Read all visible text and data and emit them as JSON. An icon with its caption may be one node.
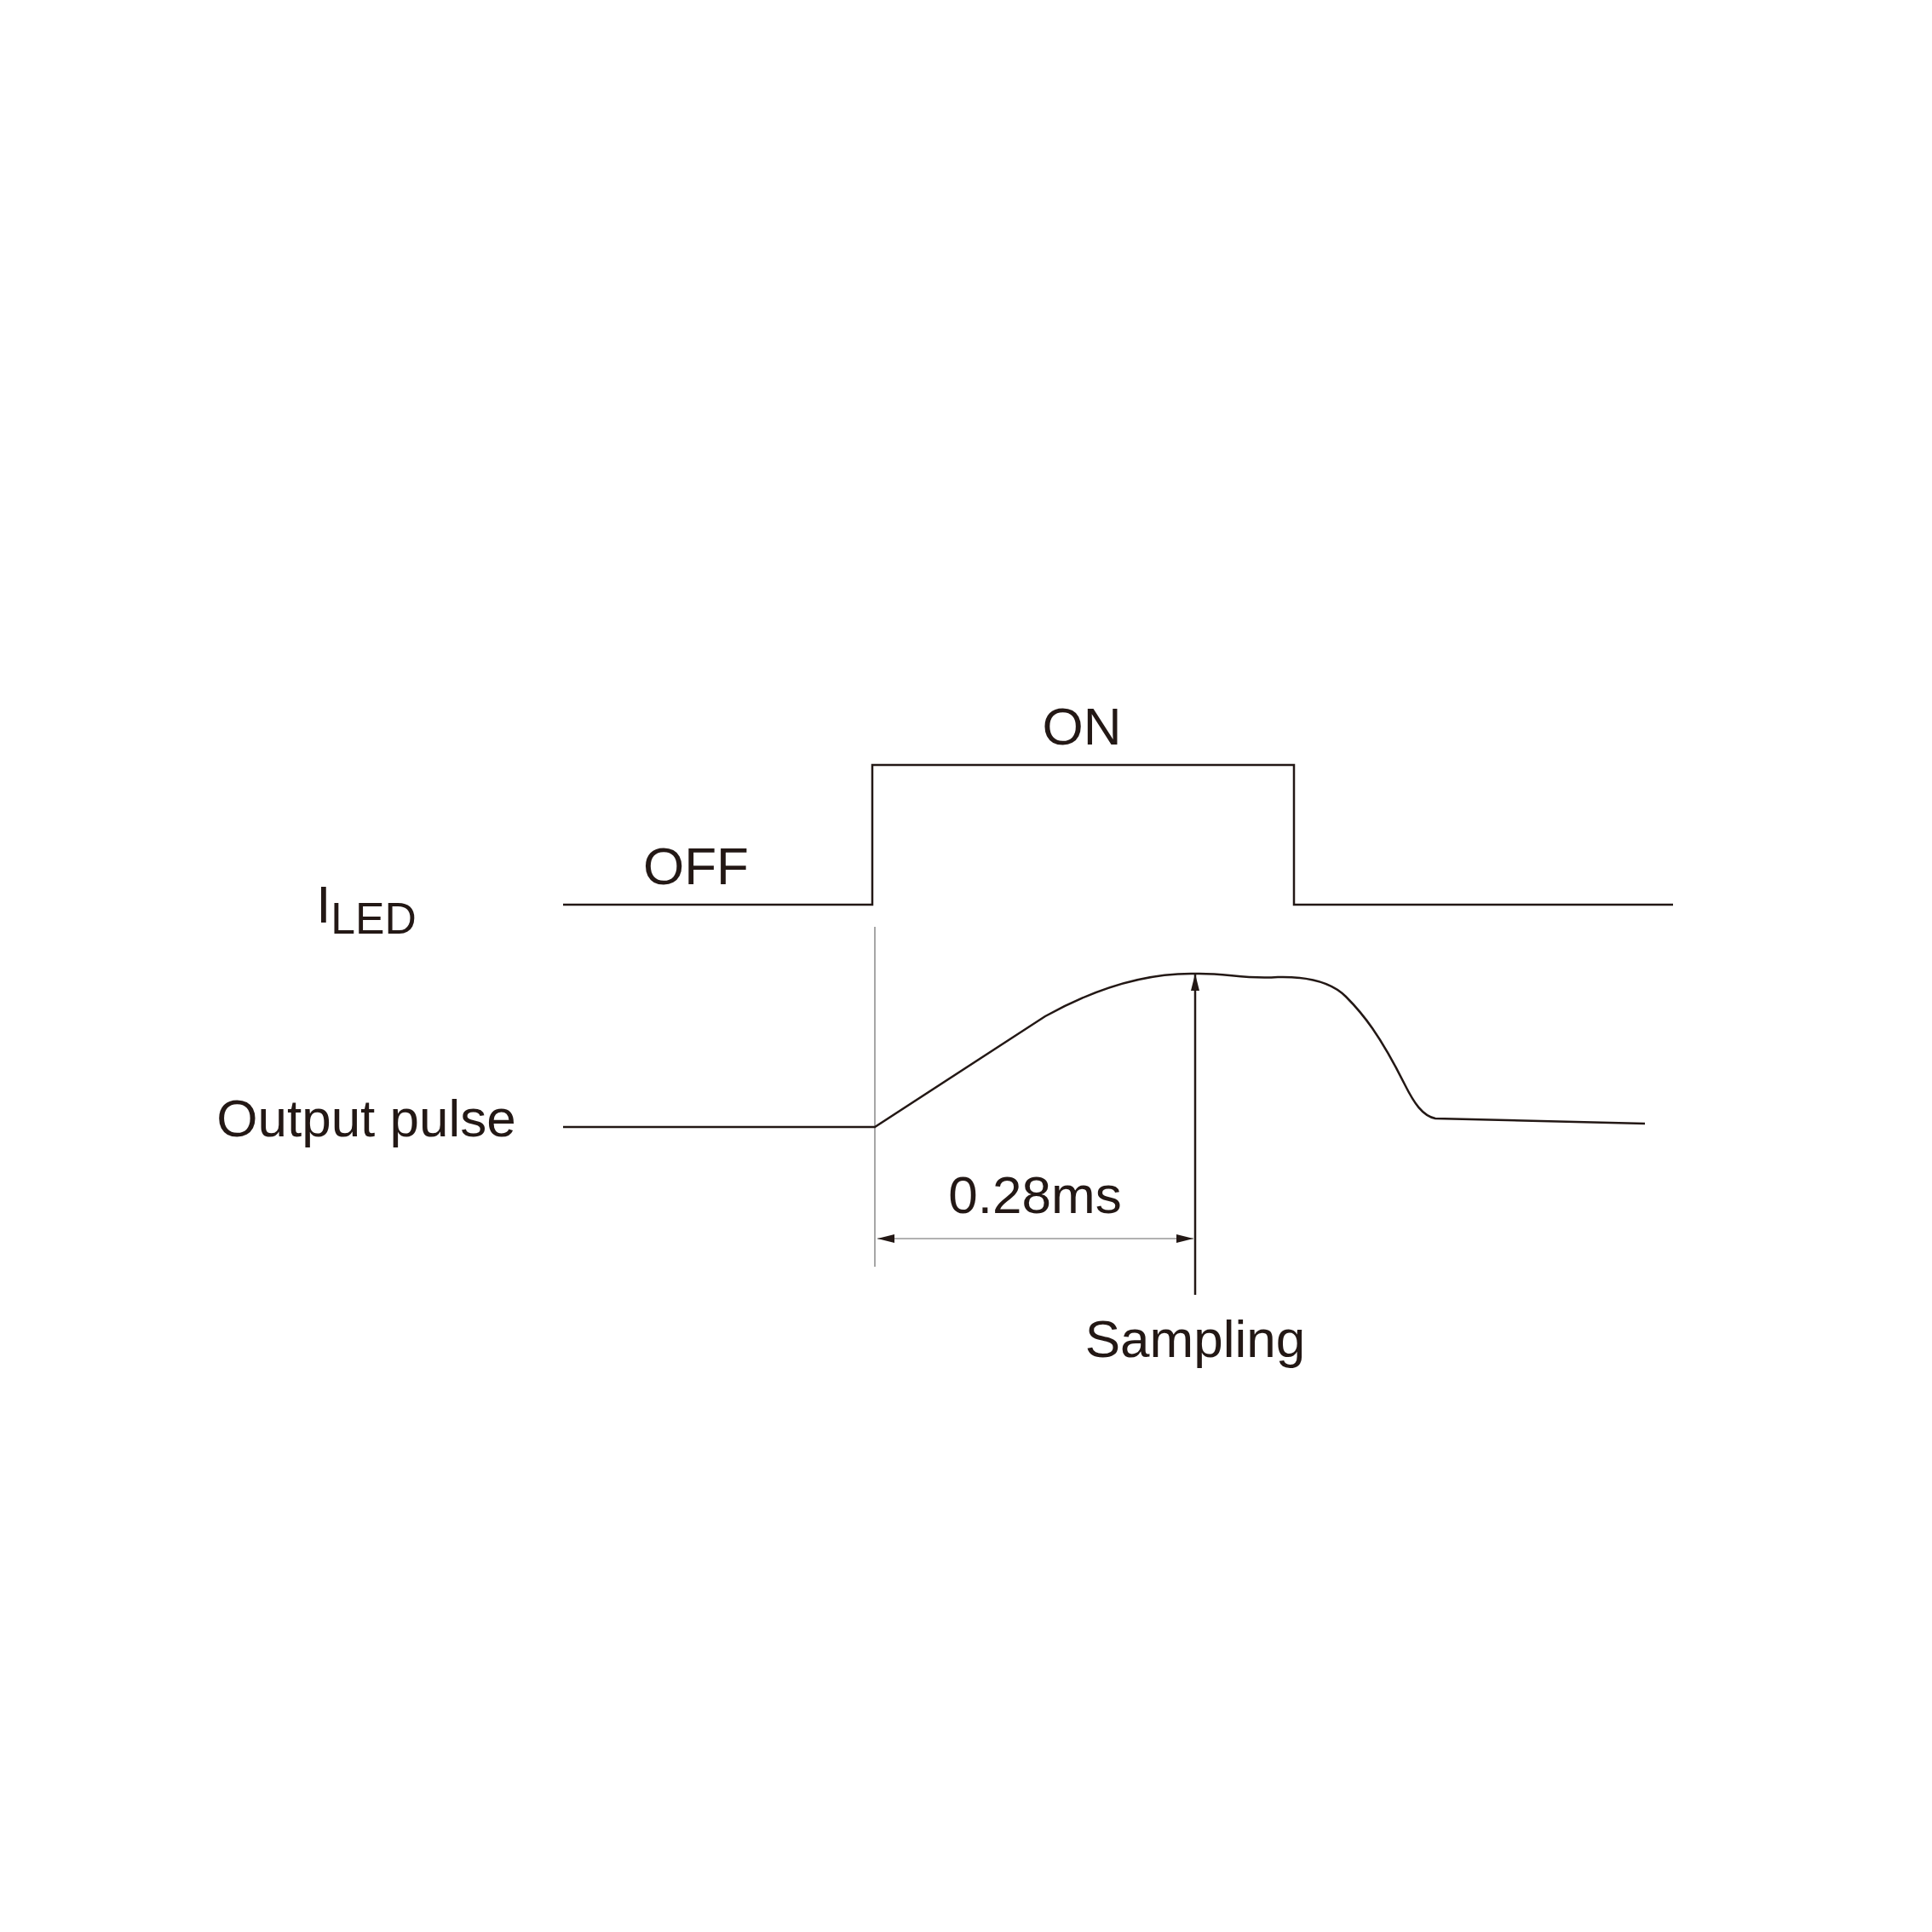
{
  "diagram": {
    "nodes": [
      {
        "text": [
          "Sampling"
        ]
      },
      {
        "text": [],
        "shape": "line"
      }
    ],
    "edges": [
      {
        "from": 0,
        "to": 1,
        "arrow": "to"
      }
    ],
    "labels": [
      "I$_{LED}$",
      "OFF",
      "ON",
      "Output pulse",
      "0.28ms"
    ]
  }
}
